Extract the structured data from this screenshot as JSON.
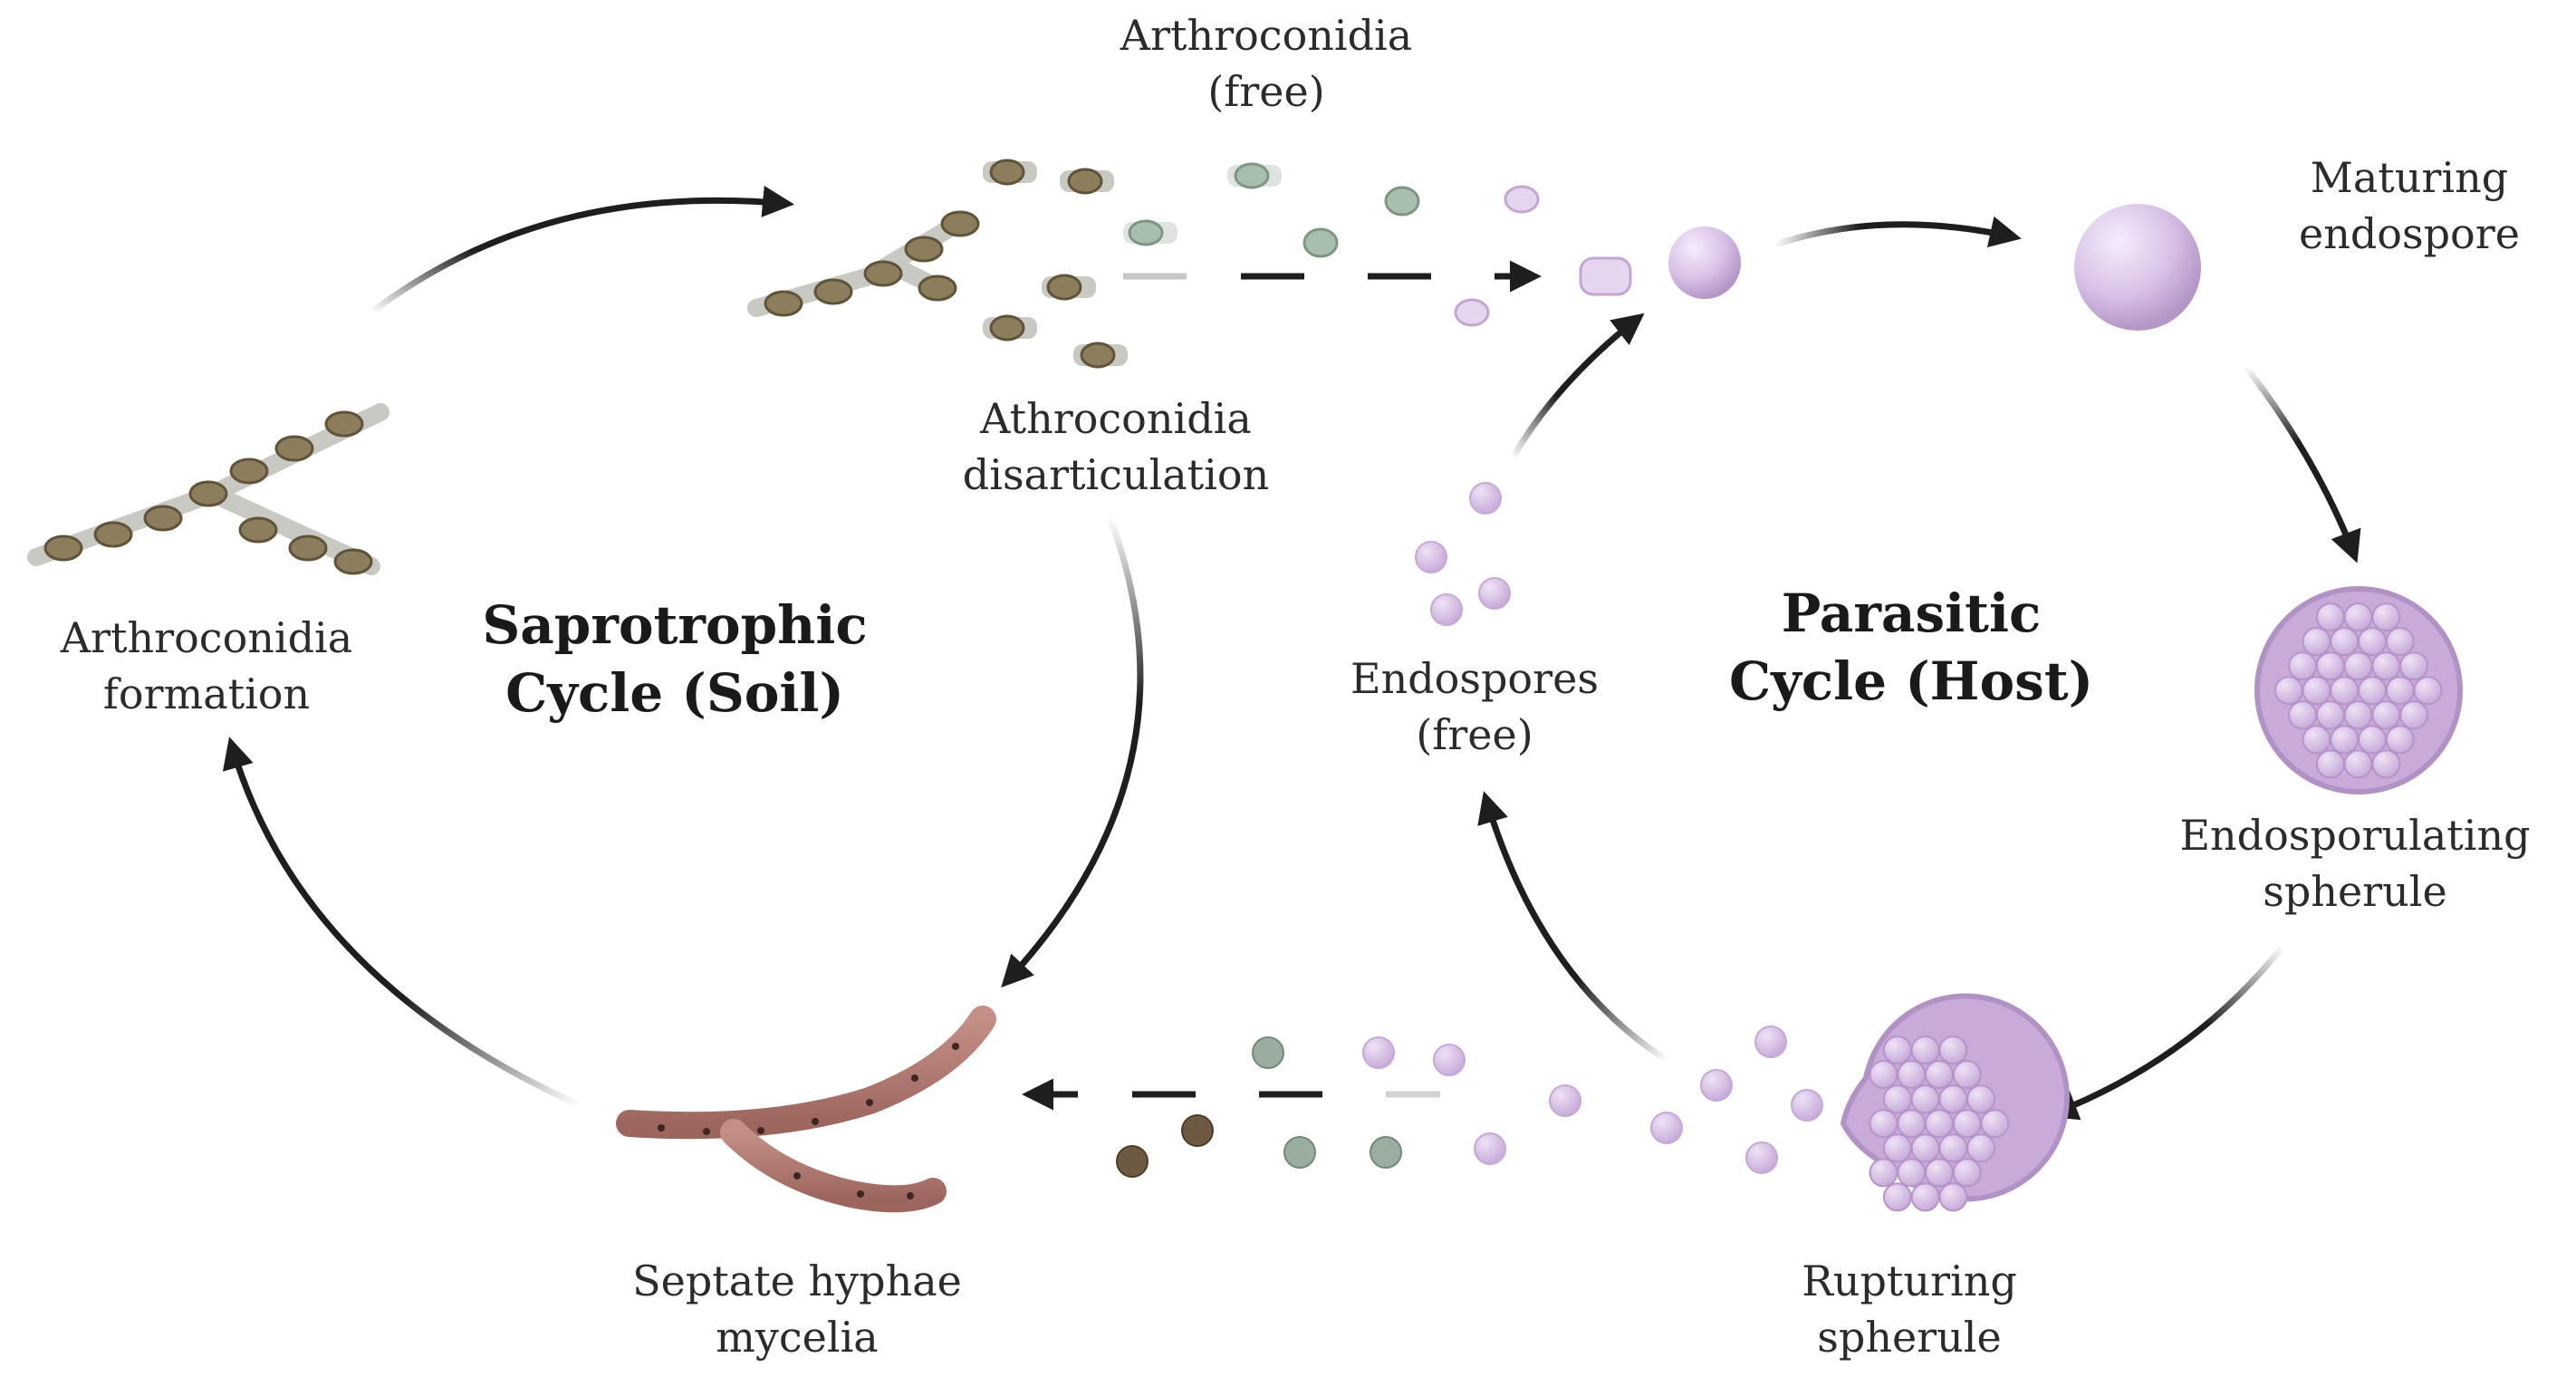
{
  "cycles": {
    "saprotrophic": {
      "line1": "Saprotrophic",
      "line2": "Cycle (Soil)"
    },
    "parasitic": {
      "line1": "Parasitic",
      "line2": "Cycle (Host)"
    }
  },
  "labels": {
    "arthroconidia_free": {
      "line1": "Arthroconidia",
      "line2": "(free)"
    },
    "athroconidia_disarticulation": {
      "line1": "Athroconidia",
      "line2": "disarticulation"
    },
    "arthroconidia_formation": {
      "line1": "Arthroconidia",
      "line2": "formation"
    },
    "septate_hyphae": {
      "line1": "Septate hyphae",
      "line2": "mycelia"
    },
    "maturing_endospore": {
      "line1": "Maturing",
      "line2": "endospore"
    },
    "endosporulating_spherule": {
      "line1": "Endosporulating",
      "line2": "spherule"
    },
    "rupturing_spherule": {
      "line1": "Rupturing",
      "line2": "spherule"
    },
    "endospores_free": {
      "line1": "Endospores",
      "line2": "(free)"
    }
  },
  "colors": {
    "arrow": "#1e1e1e",
    "conidia": "#8a7d5c",
    "conidia_green": "#9fb3a2",
    "spherule": "#d7c2e3",
    "spherule_dark": "#b89bc9",
    "hyphae": "#b07a72"
  }
}
